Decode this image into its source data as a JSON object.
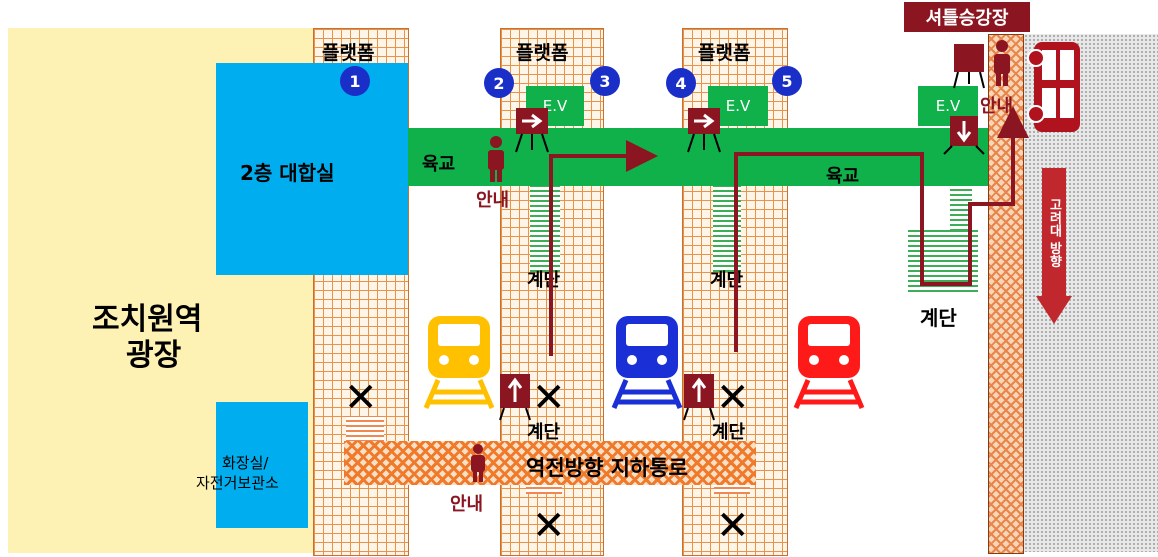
{
  "plaza_label_line1": "조치원역",
  "plaza_label_line2": "광장",
  "concourse_label": "2층 대합실",
  "restroom_label_line1": "화장실/",
  "restroom_label_line2": "자전거보관소",
  "platform_title": "플랫폼",
  "platform_numbers": [
    "1",
    "2",
    "3",
    "4",
    "5"
  ],
  "cv_label": "E.V",
  "overpass_label": "육교",
  "guide_label": "안내",
  "stairs_label": "계단",
  "underpass_label": "역전방향 지하통로",
  "shuttle_label": "셔틀승강장",
  "direction_label": "고려대 방향",
  "colors": {
    "route": "#8b1520",
    "concourse": "#00aeef",
    "overpass": "#10b04a",
    "platform_marker": "#1a2fc8",
    "train_yellow": "#ffc000",
    "train_blue": "#1a2fd6",
    "train_red": "#ff1a1a"
  }
}
